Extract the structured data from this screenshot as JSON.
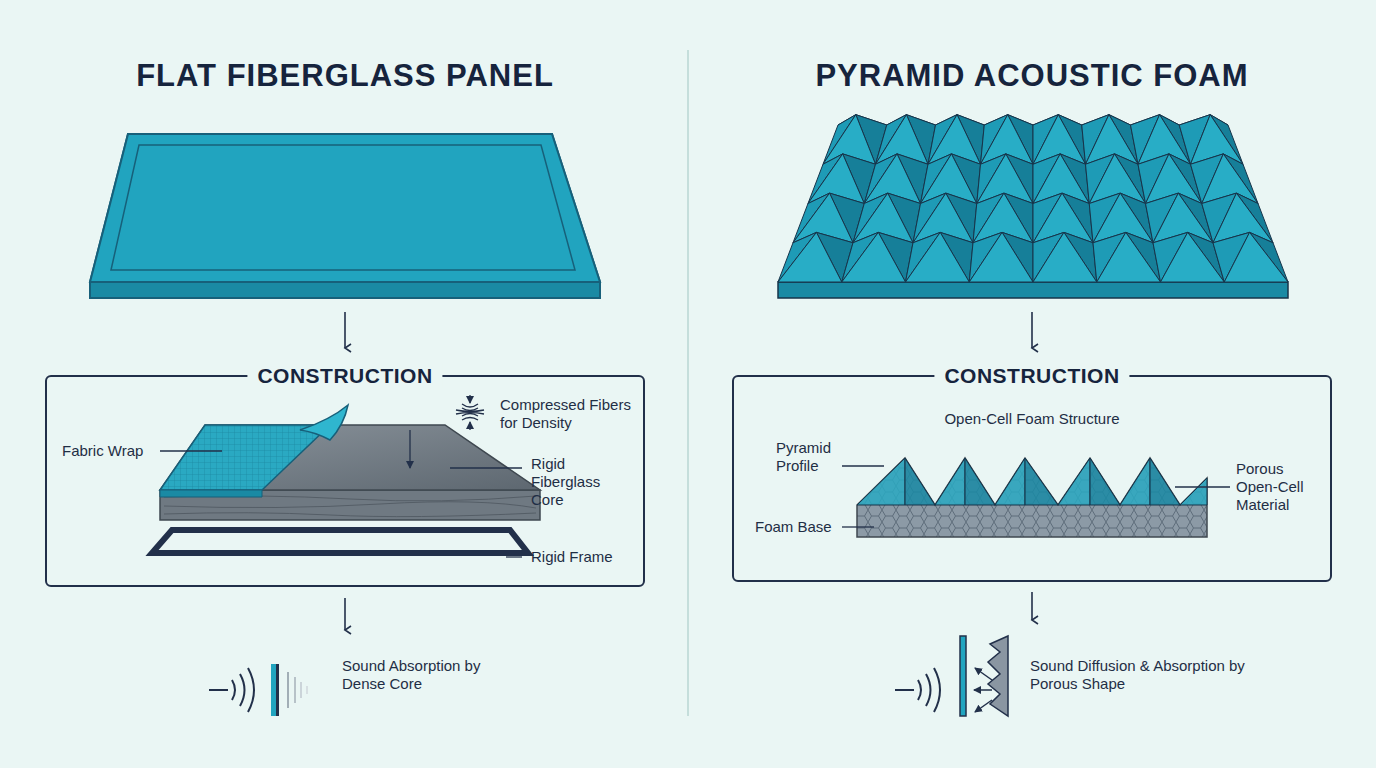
{
  "diagram": {
    "nodes": [
      {
        "text": [
          "CONSTRUCTION"
        ]
      },
      {
        "text": [
          "CONSTRUCTION"
        ]
      }
    ],
    "labels": [
      "FLAT FIBERGLASS PANEL",
      "PYRAMID ACOUSTIC FOAM",
      "Fabric Wrap",
      "Compressed Fibers for Density",
      "Rigid Fiberglass Core",
      "Rigid Frame",
      "Sound Absorption by Dense Core",
      "Open-Cell Foam Structure",
      "Pyramid Profile",
      "Foam Base",
      "Porous Open-Cell Material",
      "Sound Diffusion & Absorption by Porous Shape"
    ]
  }
}
